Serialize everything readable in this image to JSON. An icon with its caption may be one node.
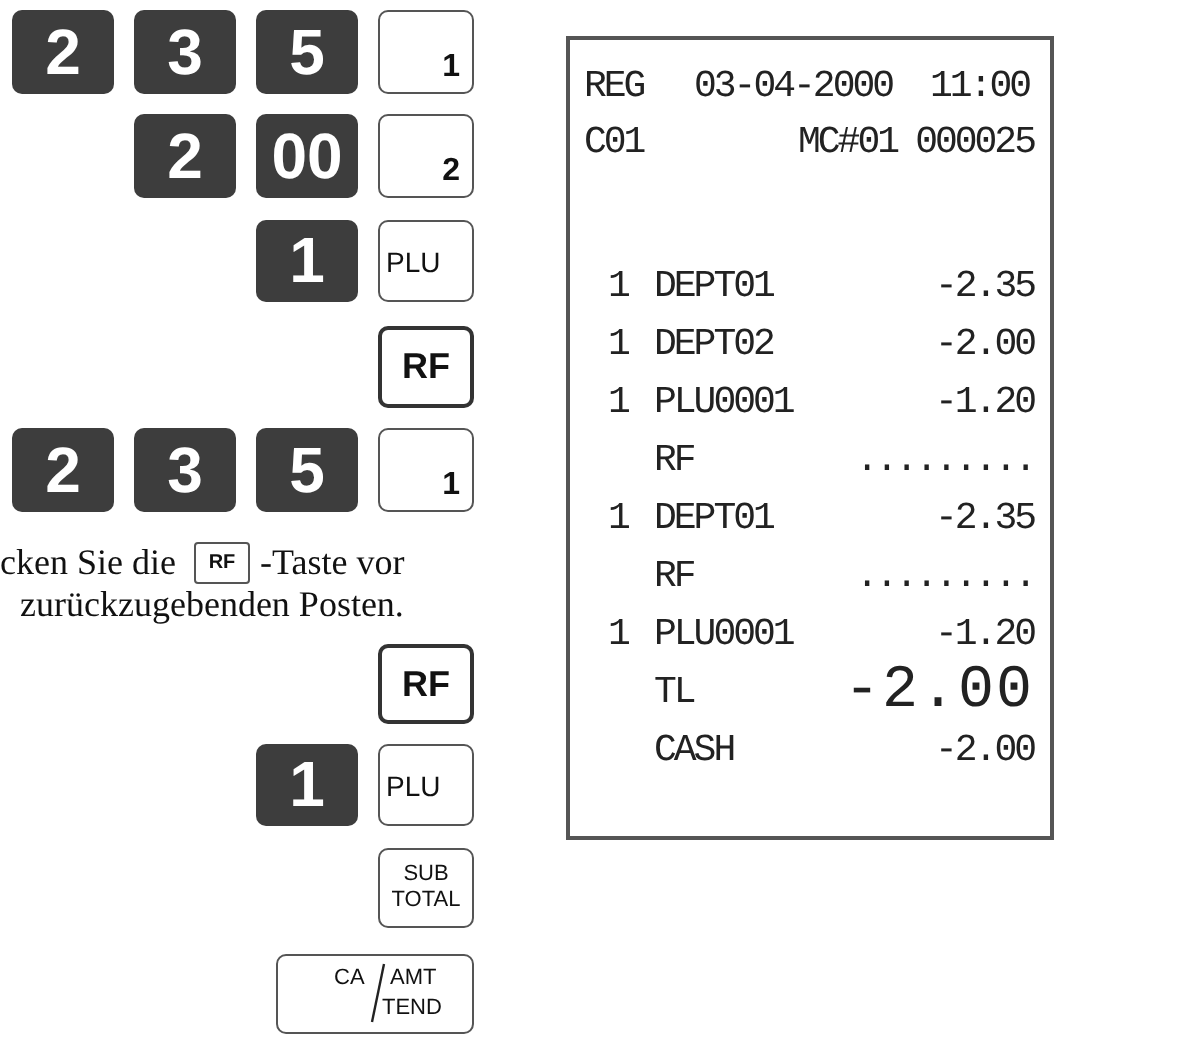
{
  "diagram": {
    "nodes": [
      {
        "text": [
          "2"
        ]
      },
      {
        "text": [
          "3"
        ]
      },
      {
        "text": [
          "5"
        ]
      },
      {
        "text": [
          "1"
        ]
      },
      {
        "text": [
          "2"
        ]
      },
      {
        "text": [
          "00"
        ]
      },
      {
        "text": [
          "2"
        ]
      },
      {
        "text": [
          "1"
        ]
      },
      {
        "text": [
          "PLU"
        ]
      },
      {
        "text": [
          "RF"
        ]
      },
      {
        "text": [
          "2"
        ]
      },
      {
        "text": [
          "3"
        ]
      },
      {
        "text": [
          "5"
        ]
      },
      {
        "text": [
          "1"
        ]
      },
      {
        "text": [
          "RF"
        ]
      },
      {
        "text": [
          "RF"
        ]
      },
      {
        "text": [
          "1"
        ]
      },
      {
        "text": [
          "PLU"
        ]
      },
      {
        "text": [
          "SUB TOTAL"
        ]
      },
      {
        "text": [
          "CA",
          "AMT",
          "TEND"
        ]
      },
      {
        "text": [
          "REG",
          "03-04-2000",
          "11:00",
          "C01",
          "MC#01",
          "000025",
          "1",
          "DEPT01",
          "-2.35",
          "1",
          "DEPT02",
          "-2.00",
          "1",
          "PLU0001",
          "-1.20",
          "RF",
          ".........",
          "1",
          "DEPT01",
          "-2.35",
          "RF",
          ".........",
          "1",
          "PLU0001",
          "-1.20",
          "TL",
          "-2.00",
          "CASH",
          "-2.00"
        ]
      }
    ],
    "labels": [
      "cken Sie die",
      "-Taste vor",
      "zurückzugebenden Posten."
    ]
  }
}
